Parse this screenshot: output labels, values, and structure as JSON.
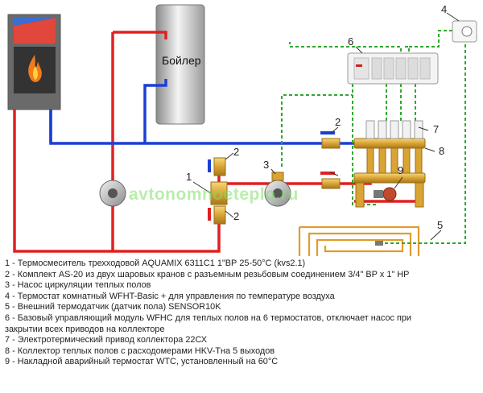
{
  "diagram": {
    "boiler_label": "Бойлер",
    "watermark": "avtonomnoeteplo.ru",
    "callouts": [
      "1",
      "2",
      "2",
      "2",
      "3",
      "4",
      "5",
      "6",
      "7",
      "8",
      "9"
    ],
    "colors": {
      "supply": "#1a3fd6",
      "return": "#e02020",
      "signal": "#2fa82f",
      "floor_loop": "#e39b2a",
      "brass": "#e2b23c",
      "furnace": "#6e6e6e"
    }
  },
  "legend": [
    "1 - Термосмеситель трехходовой AQUAMIX 6311C1 1\"ВР 25-50°С (kvs2.1)",
    "2 - Комплект AS-20 из двух шаровых кранов с разъемным резьбовым соединением 3/4\" ВР х 1\" НР",
    "3 - Насос циркуляции теплых полов",
    "4 - Термостат комнатный WFHT-Basic + для управления по температуре воздуха",
    "5 - Внешний термодатчик (датчик пола) SENSOR10K",
    "6 - Базовый управляющий модуль WFHC для теплых полов на 6 термостатов, отключает насос при",
    "закрытии всех приводов на коллекторе",
    "7 - Электротермический привод коллектора 22СХ",
    "8 - Коллектор теплых полов с расходомерами HKV-Tна 5 выходов",
    "9 - Накладной аварийный термостат WTC, установленный на 60°С"
  ]
}
